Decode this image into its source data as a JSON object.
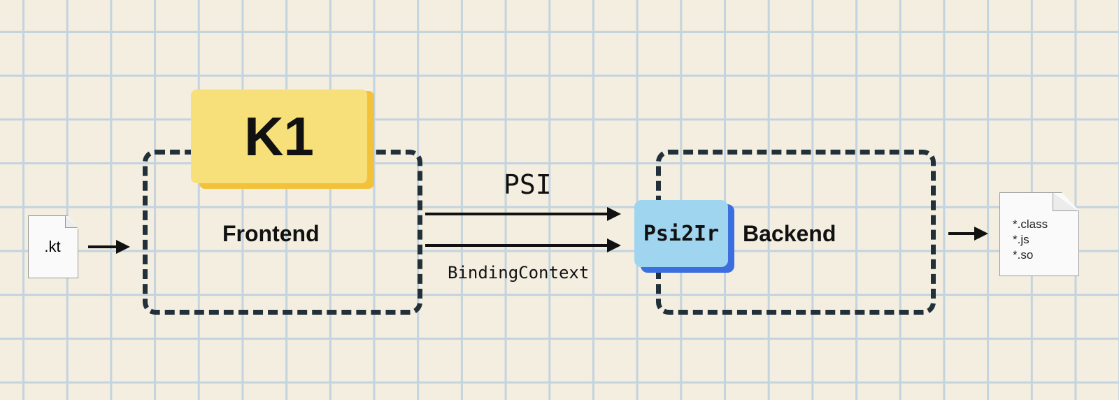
{
  "input_file": {
    "label": ".kt"
  },
  "frontend": {
    "badge": "K1",
    "label": "Frontend"
  },
  "arrows": {
    "top_label": "PSI",
    "bottom_label": "BindingContext"
  },
  "backend": {
    "badge": "Psi2Ir",
    "label": "Backend"
  },
  "output_file": {
    "lines": [
      "*.class",
      "*.js",
      "*.so"
    ]
  },
  "colors": {
    "k1_badge": "#f7e07a",
    "k1_shadow": "#f2c23a",
    "psi2ir_badge": "#9fd5ef",
    "psi2ir_shadow": "#3b6fe0",
    "dash": "#22303a"
  }
}
